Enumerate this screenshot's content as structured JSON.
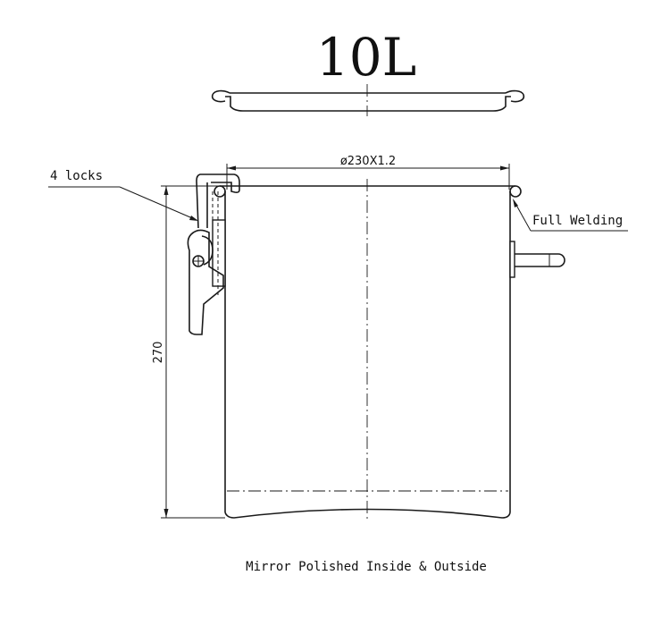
{
  "title": "10L",
  "dimensions": {
    "diameter": "ø230X1.2",
    "height": "270"
  },
  "callouts": {
    "locks": "4 locks",
    "welding": "Full Welding"
  },
  "footer_note": "Mirror Polished Inside & Outside"
}
